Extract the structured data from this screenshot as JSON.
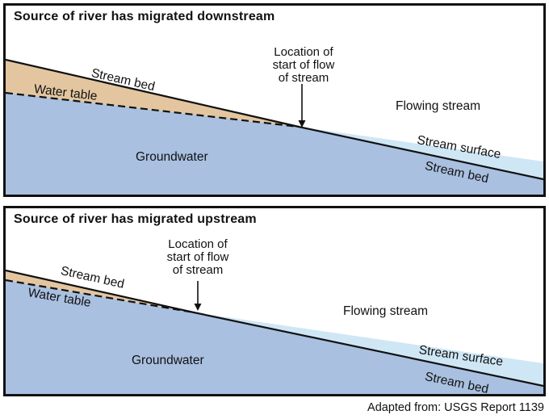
{
  "panels": [
    {
      "title": "Source of river has migrated downstream",
      "labels": {
        "stream_bed_left": "Stream bed",
        "water_table": "Water table",
        "location_of_start": "Location of\nstart of flow\nof stream",
        "flowing_stream": "Flowing stream",
        "stream_surface": "Stream surface",
        "stream_bed_right": "Stream bed",
        "groundwater": "Groundwater"
      }
    },
    {
      "title": "Source of river has migrated upstream",
      "labels": {
        "stream_bed_left": "Stream bed",
        "water_table": "Water table",
        "location_of_start": "Location of\nstart of flow\nof stream",
        "flowing_stream": "Flowing stream",
        "stream_surface": "Stream surface",
        "stream_bed_right": "Stream bed",
        "groundwater": "Groundwater"
      }
    }
  ],
  "attribution": "Adapted from: USGS Report 1139",
  "colors": {
    "sediment_tan": "#e3c6a0",
    "groundwater_blue": "#a9c0e0",
    "stream_blue": "#cfe6f5",
    "line_black": "#111111"
  }
}
